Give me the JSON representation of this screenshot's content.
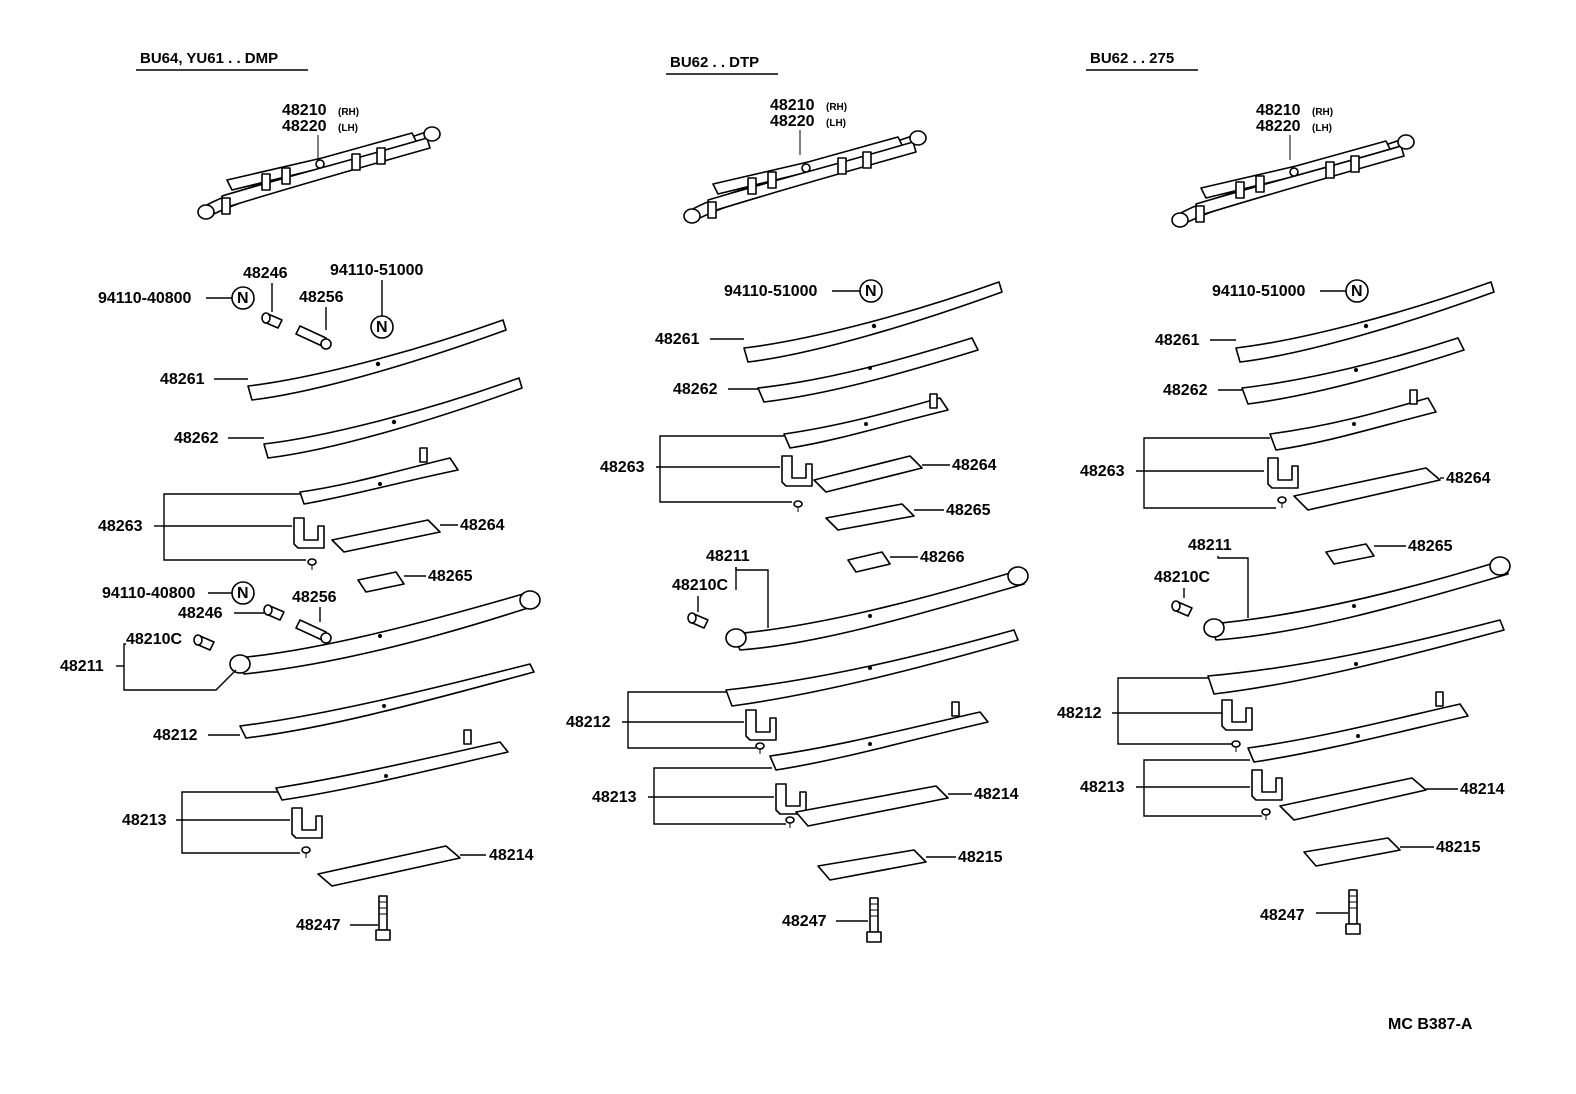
{
  "diagram": {
    "code": "MC B387-A",
    "notes": {
      "ring_letter": "N",
      "rh": "(RH)",
      "lh": "(LH)"
    }
  },
  "columns": [
    {
      "header": "BU64, YU61 . . DMP",
      "assy_rh": "48210",
      "assy_lh": "48220",
      "labels": {
        "p_94110_40800_a": "94110-40800",
        "p_48246_a": "48246",
        "p_48256_a": "48256",
        "p_94110_51000": "94110-51000",
        "p_48261": "48261",
        "p_48262": "48262",
        "p_48263": "48263",
        "p_48264": "48264",
        "p_94110_40800_b": "94110-40800",
        "p_48265": "48265",
        "p_48256_b": "48256",
        "p_48246_b": "48246",
        "p_48210c": "48210C",
        "p_48211": "48211",
        "p_48212": "48212",
        "p_48213": "48213",
        "p_48214": "48214",
        "p_48247": "48247"
      }
    },
    {
      "header": "BU62 . . DTP",
      "assy_rh": "48210",
      "assy_lh": "48220",
      "labels": {
        "p_94110_51000": "94110-51000",
        "p_48261": "48261",
        "p_48262": "48262",
        "p_48263": "48263",
        "p_48264": "48264",
        "p_48265": "48265",
        "p_48211": "48211",
        "p_48266": "48266",
        "p_48210c": "48210C",
        "p_48212": "48212",
        "p_48213": "48213",
        "p_48214": "48214",
        "p_48215": "48215",
        "p_48247": "48247"
      }
    },
    {
      "header": "BU62 . . 275",
      "assy_rh": "48210",
      "assy_lh": "48220",
      "labels": {
        "p_94110_51000": "94110-51000",
        "p_48261": "48261",
        "p_48262": "48262",
        "p_48263": "48263",
        "p_48264": "48264",
        "p_48211": "48211",
        "p_48265": "48265",
        "p_48210c": "48210C",
        "p_48212": "48212",
        "p_48213": "48213",
        "p_48214": "48214",
        "p_48215": "48215",
        "p_48247": "48247"
      }
    }
  ]
}
